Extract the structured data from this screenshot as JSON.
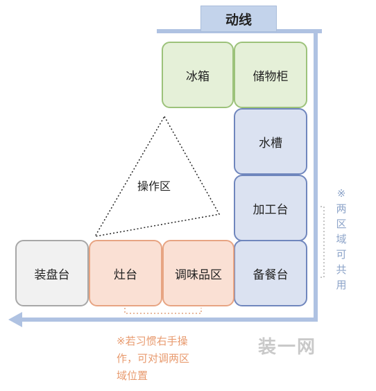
{
  "title": "动线",
  "cells": {
    "fridge": "冰箱",
    "cabinet": "储物柜",
    "sink": "水槽",
    "prep": "加工台",
    "serving_prep": "备餐台",
    "plating": "装盘台",
    "stove": "灶台",
    "seasoning": "调味品区"
  },
  "operation_zone": "操作区",
  "note_right": [
    "※",
    "两",
    "区",
    "域",
    "可",
    "共",
    "用"
  ],
  "note_bottom": [
    "※若习惯右手操",
    "作，可对调两区",
    "域位置"
  ],
  "watermark": "装一网",
  "colors": {
    "flow_line": "#afc2e2",
    "green_border": "#9cc27a",
    "blue_border": "#6f86bd",
    "orange_border": "#e7a482",
    "gray_border": "#a7a7a7",
    "note_right": "#8da4c9",
    "note_bottom": "#e89a6e"
  }
}
